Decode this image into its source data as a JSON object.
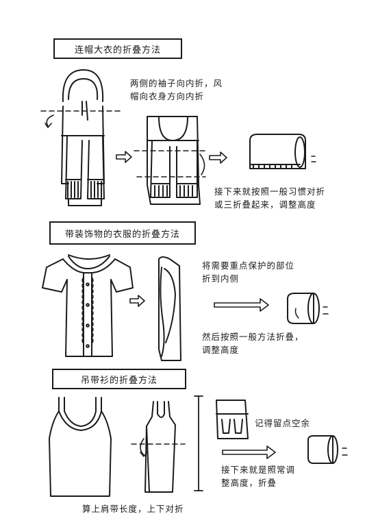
{
  "sections": [
    {
      "title": "连帽大衣的折叠方法",
      "note1": "两侧的袖子向内折，风\n帽向衣身方向内折",
      "note2": "接下来就按照一般习惯对折\n或三折叠起来，调整高度"
    },
    {
      "title": "带装饰物的衣服的折叠方法",
      "note1": "将需要重点保护的部位\n折到内侧",
      "note2": "然后按照一般方法折叠，\n调整高度"
    },
    {
      "title": "吊带衫的折叠方法",
      "note1": "记得留点空余",
      "note2": "接下来就是照常调\n整高度，折叠",
      "note3": "算上肩带长度，上下对折"
    }
  ],
  "icons": [
    "hooded-coat",
    "folded-coat",
    "rolled-coat",
    "blouse",
    "folded-blouse",
    "rolled-blouse",
    "camisole",
    "folded-camisole",
    "camisole-strap-fold",
    "rolled-camisole",
    "arrow-right"
  ],
  "colors": {
    "ink": "#1a1a1a",
    "paper": "#ffffff"
  }
}
